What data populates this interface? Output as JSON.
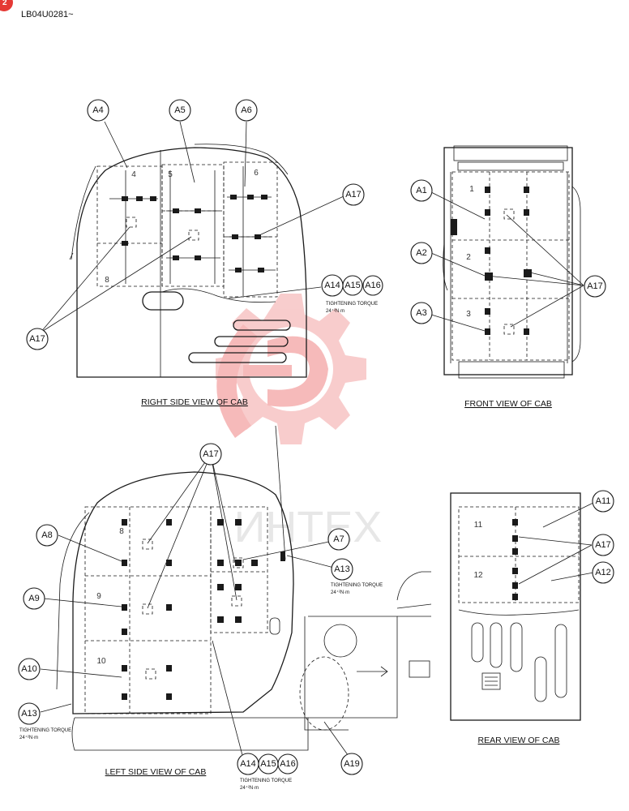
{
  "header": {
    "corner_number": "2",
    "doc_code": "LB04U0281~"
  },
  "views": {
    "right": "RIGHT SIDE VIEW OF CAB",
    "front": "FRONT VIEW OF CAB",
    "left": "LEFT SIDE VIEW OF CAB",
    "rear": "REAR VIEW OF CAB"
  },
  "torque": {
    "title": "TIGHTENING TORQUE",
    "value": "24⁺²N·m"
  },
  "watermark": "ИНТЕХ",
  "panel_numbers": [
    "1",
    "2",
    "3",
    "4",
    "5",
    "6",
    "8",
    "9",
    "10",
    "11",
    "12"
  ],
  "callouts": {
    "a1": "A1",
    "a2": "A2",
    "a3": "A3",
    "a4": "A4",
    "a5": "A5",
    "a6": "A6",
    "a7": "A7",
    "a8": "A8",
    "a9": "A9",
    "a10": "A10",
    "a11": "A11",
    "a12": "A12",
    "a13": "A13",
    "a14": "A14",
    "a15": "A15",
    "a16": "A16",
    "a17": "A17",
    "a19": "A19"
  },
  "colors": {
    "line": "#1a1a1a",
    "watermark": "#f3a3a3",
    "corner_badge": "#e53935"
  }
}
